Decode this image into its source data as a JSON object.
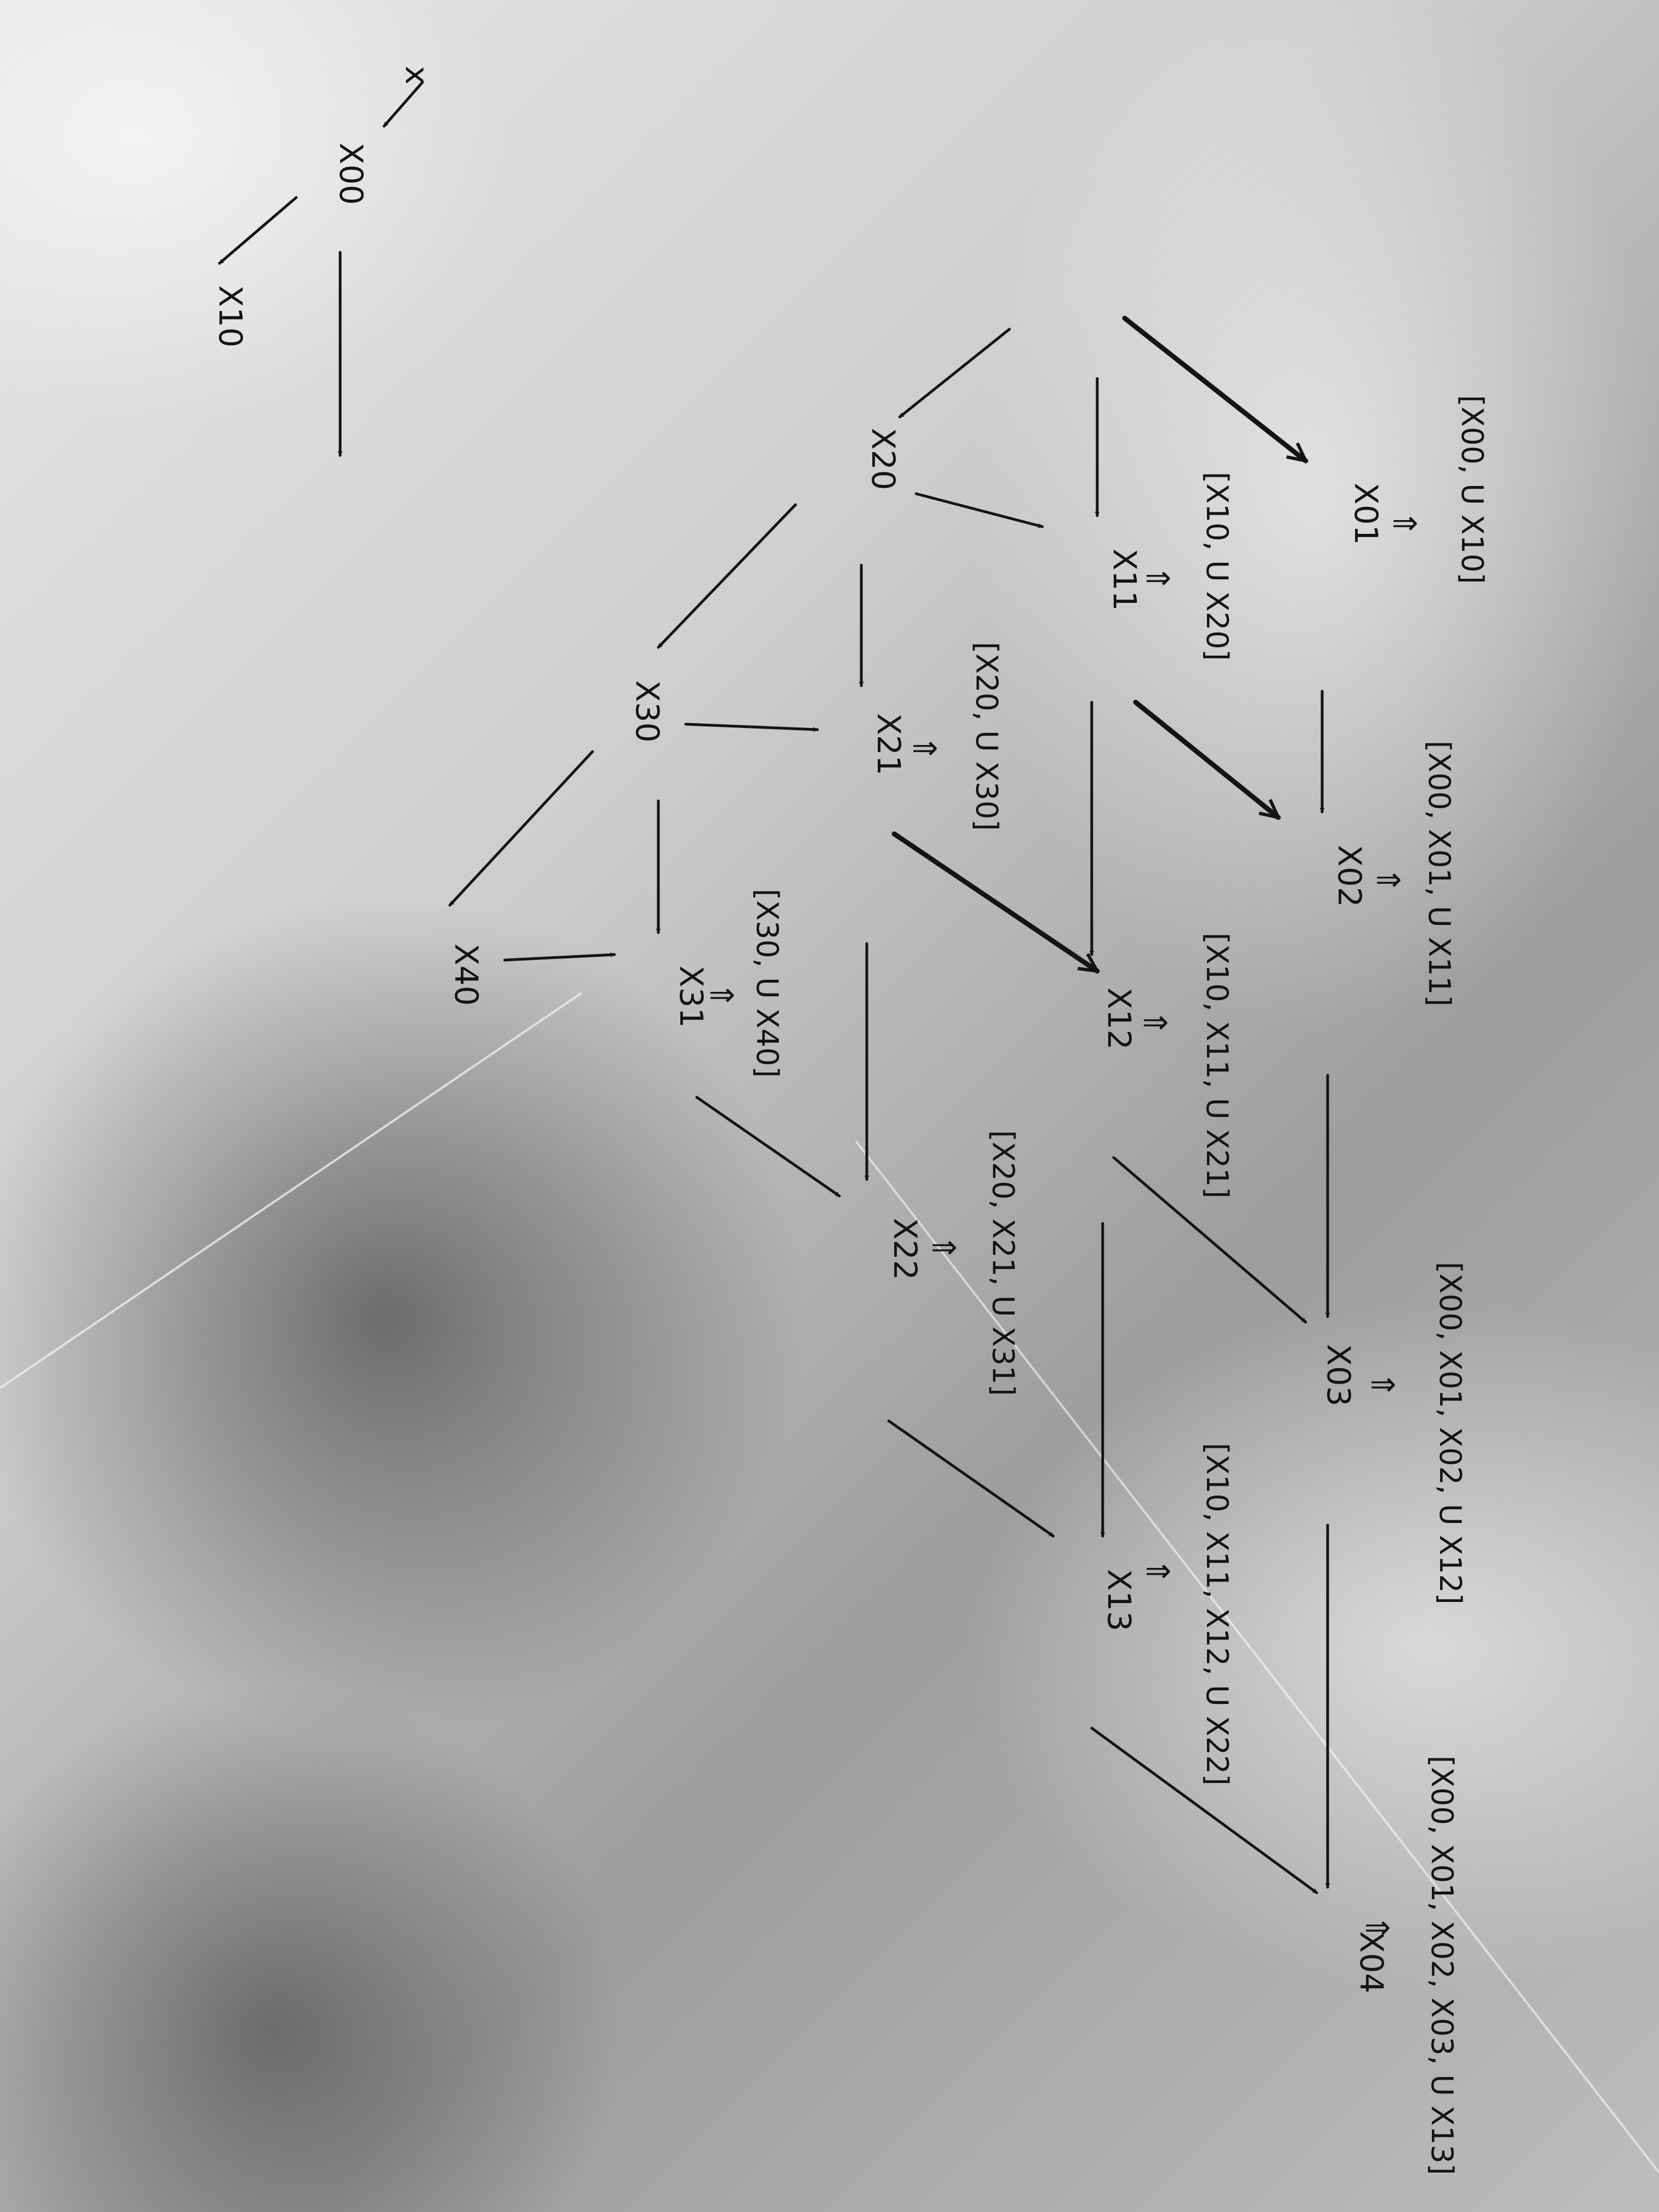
{
  "start_symbol": "x",
  "nodes": {
    "x00": "X00",
    "x10": "X10",
    "x20": "X20",
    "x30": "X30",
    "x40": "X40",
    "x01": "X01",
    "x11": "X11",
    "x21": "X21",
    "x31": "X31",
    "x02": "X02",
    "x12": "X12",
    "x22": "X22",
    "x03": "X03",
    "x13": "X13",
    "x04": "X04"
  },
  "concat_notes": {
    "x01": "[X00, U X10]",
    "x11": "[X10, U X20]",
    "x21": "[X20, U X30]",
    "x31": "[X30, U X40]",
    "x02": "[X00, X01, U X11]",
    "x12": "[X10, X11, U X21]",
    "x22": "[X20, X21, U X31]",
    "x03": "[X00, X01, X02, U X12]",
    "x13": "[X10, X11, X12, U X22]",
    "x04": "[X00, X01, X02, X03, U X13]"
  },
  "equivalence_symbol": "⇑"
}
